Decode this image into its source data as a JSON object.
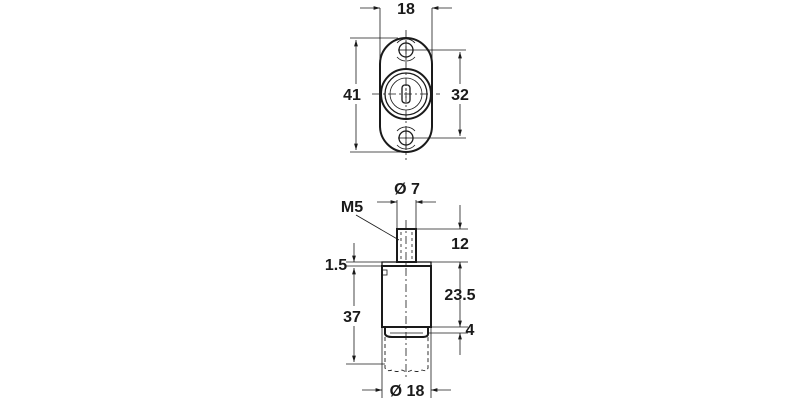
{
  "drawing": {
    "front_view": {
      "width_label": "18",
      "height_label": "41",
      "hole_spacing_label": "32"
    },
    "side_view": {
      "pin_diameter_label": "Ø 7",
      "thread_label": "M5",
      "pin_length_label": "12",
      "flange_label": "1.5",
      "body_length_label": "37",
      "body_height_label": "23.5",
      "cap_label": "4",
      "body_diameter_label": "Ø 18"
    }
  }
}
